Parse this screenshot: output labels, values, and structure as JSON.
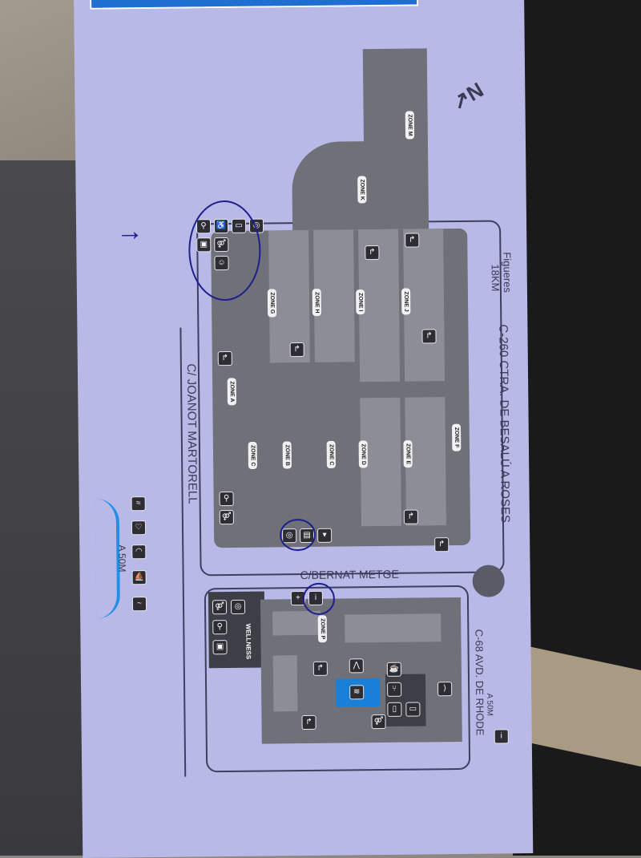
{
  "roads": {
    "west": "C/ JOANOT MARTORELL",
    "south": "C/BERNAT METGE",
    "east": "C-260  CTRA. DE BESALÚ A ROSES",
    "direction": "Figueres",
    "distance": "18KM",
    "southeast": "C-68 AVD. DE RHODE"
  },
  "north_label": "N",
  "zones": [
    "ZONE A",
    "ZONE B",
    "ZONE C",
    "ZONE C",
    "ZONE D",
    "ZONE E",
    "ZONE F",
    "ZONE G",
    "ZONE H",
    "ZONE I",
    "ZONE J",
    "ZONE K",
    "ZONE M",
    "ZONE P"
  ],
  "wellness": "WELLNESS",
  "wc": "WC",
  "beach_distance": "A 50M",
  "info_distance": "A 50M",
  "info_symbol": "i",
  "colors": {
    "paper": "#b9b9e8",
    "zone_block": "#6f7078",
    "pool": "#1a7fd6",
    "pen": "#1c1f8c"
  }
}
